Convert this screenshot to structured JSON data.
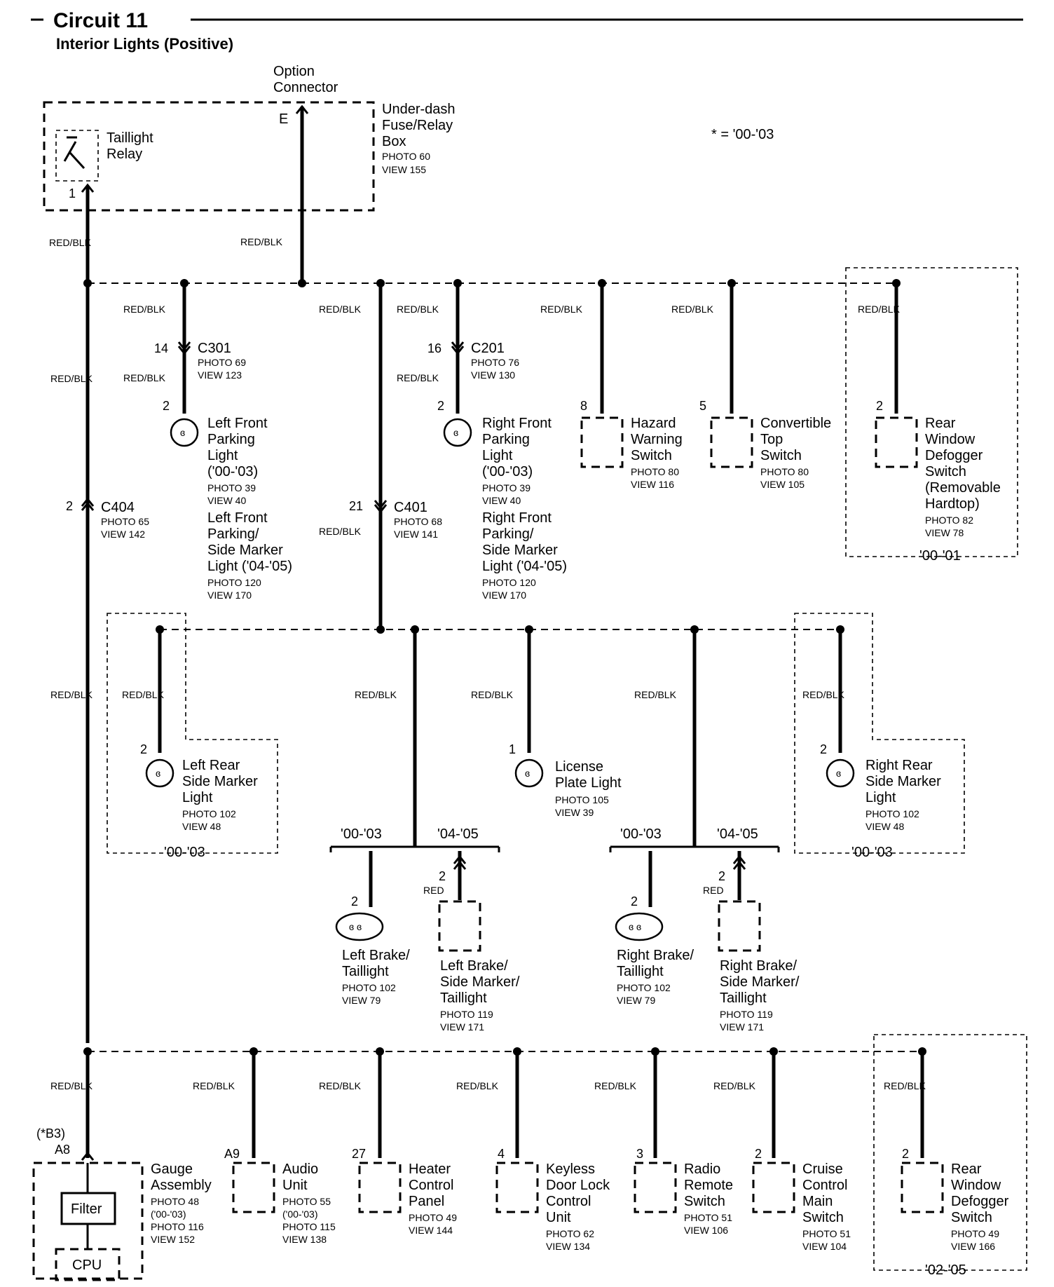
{
  "title": {
    "circuit": "Circuit 11",
    "subtitle": "Interior Lights (Positive)",
    "note": "* = '00-'03"
  },
  "wire_colors": {
    "red_blk": "RED/\nBLK",
    "red_blk_inline": "RED/BLK",
    "red": "RED"
  },
  "top": {
    "option_connector": [
      "Option",
      "Connector"
    ],
    "option_pin": "E",
    "underdash_box": {
      "name": [
        "Under-dash",
        "Fuse/Relay",
        "Box"
      ],
      "refs": [
        "PHOTO 60",
        "VIEW 155"
      ]
    },
    "taillight_relay": {
      "name": [
        "Taillight",
        "Relay"
      ],
      "pin": "1"
    }
  },
  "connectors": {
    "c301": {
      "pin": "14",
      "name": "C301",
      "refs": [
        "PHOTO 69",
        "VIEW 123"
      ]
    },
    "c201": {
      "pin": "16",
      "name": "C201",
      "refs": [
        "PHOTO 76",
        "VIEW 130"
      ]
    },
    "c404": {
      "pin": "2",
      "name": "C404",
      "refs": [
        "PHOTO 65",
        "VIEW 142"
      ]
    },
    "c401": {
      "pin": "21",
      "name": "C401",
      "refs": [
        "PHOTO 68",
        "VIEW 141"
      ]
    }
  },
  "row1": {
    "lf_parking": {
      "pin": "2",
      "name": [
        "Left Front",
        "Parking",
        "Light",
        "('00-'03)"
      ],
      "refs1": [
        "PHOTO 39",
        "VIEW 40"
      ],
      "name2": [
        "Left Front",
        "Parking/",
        "Side Marker",
        "Light ('04-'05)"
      ],
      "refs2": [
        "PHOTO 120",
        "VIEW 170"
      ]
    },
    "rf_parking": {
      "pin": "2",
      "name": [
        "Right Front",
        "Parking",
        "Light",
        "('00-'03)"
      ],
      "refs1": [
        "PHOTO 39",
        "VIEW 40"
      ],
      "name2": [
        "Right Front",
        "Parking/",
        "Side Marker",
        "Light ('04-'05)"
      ],
      "refs2": [
        "PHOTO 120",
        "VIEW 170"
      ]
    },
    "hazard": {
      "pin": "8",
      "name": [
        "Hazard",
        "Warning",
        "Switch"
      ],
      "refs": [
        "PHOTO 80",
        "VIEW 116"
      ]
    },
    "convertible": {
      "pin": "5",
      "name": [
        "Convertible",
        "Top",
        "Switch"
      ],
      "refs": [
        "PHOTO 80",
        "VIEW 105"
      ]
    },
    "rear_defogger_top": {
      "pin": "2",
      "name": [
        "Rear",
        "Window",
        "Defogger",
        "Switch",
        "(Removable",
        "Hardtop)"
      ],
      "refs": [
        "PHOTO 82",
        "VIEW 78"
      ],
      "years": "'00-'01"
    }
  },
  "row2": {
    "l_rear_marker": {
      "pin": "2",
      "name": [
        "Left Rear",
        "Side Marker",
        "Light"
      ],
      "refs": [
        "PHOTO 102",
        "VIEW 48"
      ],
      "years": "'00-'03"
    },
    "license": {
      "pin": "1",
      "name": [
        "License",
        "Plate Light"
      ],
      "refs": [
        "PHOTO 105",
        "VIEW 39"
      ]
    },
    "r_rear_marker": {
      "pin": "2",
      "name": [
        "Right Rear",
        "Side Marker",
        "Light"
      ],
      "refs": [
        "PHOTO 102",
        "VIEW 48"
      ],
      "years": "'00-'03"
    },
    "split_a": "'00-'03",
    "split_b": "'04-'05",
    "l_brake_tail": {
      "pin": "2",
      "name": [
        "Left Brake/",
        "Taillight"
      ],
      "refs": [
        "PHOTO 102",
        "VIEW 79"
      ]
    },
    "l_brake_marker": {
      "pin": "2",
      "name": [
        "Left Brake/",
        "Side Marker/",
        "Taillight"
      ],
      "refs": [
        "PHOTO 119",
        "VIEW 171"
      ]
    },
    "r_brake_tail": {
      "pin": "2",
      "name": [
        "Right Brake/",
        "Taillight"
      ],
      "refs": [
        "PHOTO 102",
        "VIEW 79"
      ]
    },
    "r_brake_marker": {
      "pin": "2",
      "name": [
        "Right Brake/",
        "Side Marker/",
        "Taillight"
      ],
      "refs": [
        "PHOTO 119",
        "VIEW 171"
      ]
    }
  },
  "row3": {
    "gauge": {
      "pin_alt": "(*B3)",
      "pin": "A8",
      "name": [
        "Gauge",
        "Assembly"
      ],
      "refs": [
        "PHOTO 48",
        "('00-'03)",
        "PHOTO 116",
        "VIEW 152"
      ],
      "filter": "Filter",
      "cpu": "CPU"
    },
    "audio": {
      "pin": "A9",
      "name": [
        "Audio",
        "Unit"
      ],
      "refs": [
        "PHOTO 55",
        "('00-'03)",
        "PHOTO 115",
        "VIEW 138"
      ]
    },
    "heater": {
      "pin": "27",
      "name": [
        "Heater",
        "Control",
        "Panel"
      ],
      "refs": [
        "PHOTO 49",
        "VIEW 144"
      ]
    },
    "keyless": {
      "pin": "4",
      "name": [
        "Keyless",
        "Door Lock",
        "Control",
        "Unit"
      ],
      "refs": [
        "PHOTO 62",
        "VIEW 134"
      ]
    },
    "radio": {
      "pin": "3",
      "name": [
        "Radio",
        "Remote",
        "Switch"
      ],
      "refs": [
        "PHOTO 51",
        "VIEW 106"
      ]
    },
    "cruise": {
      "pin": "2",
      "name": [
        "Cruise",
        "Control",
        "Main",
        "Switch"
      ],
      "refs": [
        "PHOTO 51",
        "VIEW 104"
      ]
    },
    "rear_defogger": {
      "pin": "2",
      "name": [
        "Rear",
        "Window",
        "Defogger",
        "Switch"
      ],
      "refs": [
        "PHOTO 49",
        "VIEW 166"
      ],
      "years": "'02-'05"
    }
  }
}
